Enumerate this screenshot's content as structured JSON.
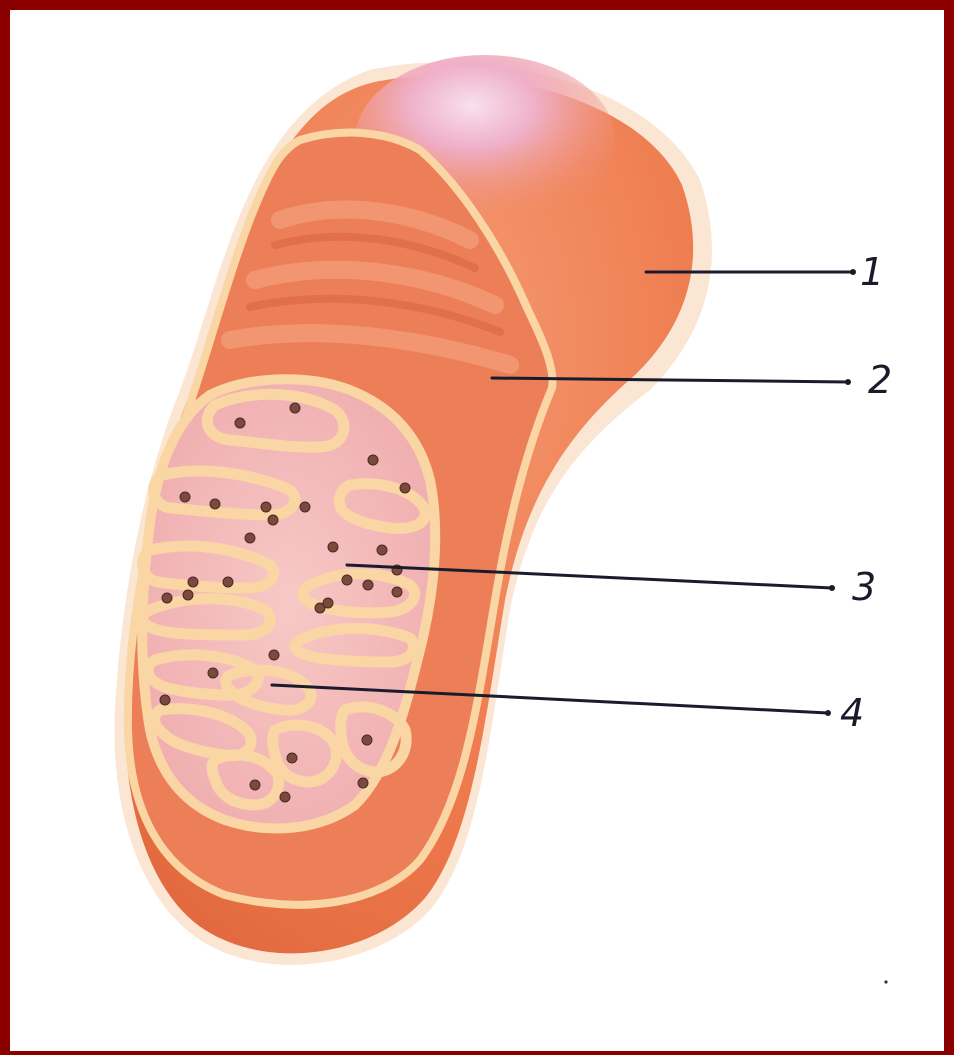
{
  "labels": [
    {
      "id": "1",
      "text": "1"
    },
    {
      "id": "2",
      "text": "2"
    },
    {
      "id": "3",
      "text": "3"
    },
    {
      "id": "4",
      "text": "4"
    }
  ],
  "colors": {
    "frame": "#8a0000",
    "outer_membrane": "#ef7a4c",
    "membrane_highlight": "#f9d6a4",
    "matrix": "#f3b4b3",
    "ribosome": "#7a4a3e",
    "leader_line": "#1b1b2e"
  }
}
